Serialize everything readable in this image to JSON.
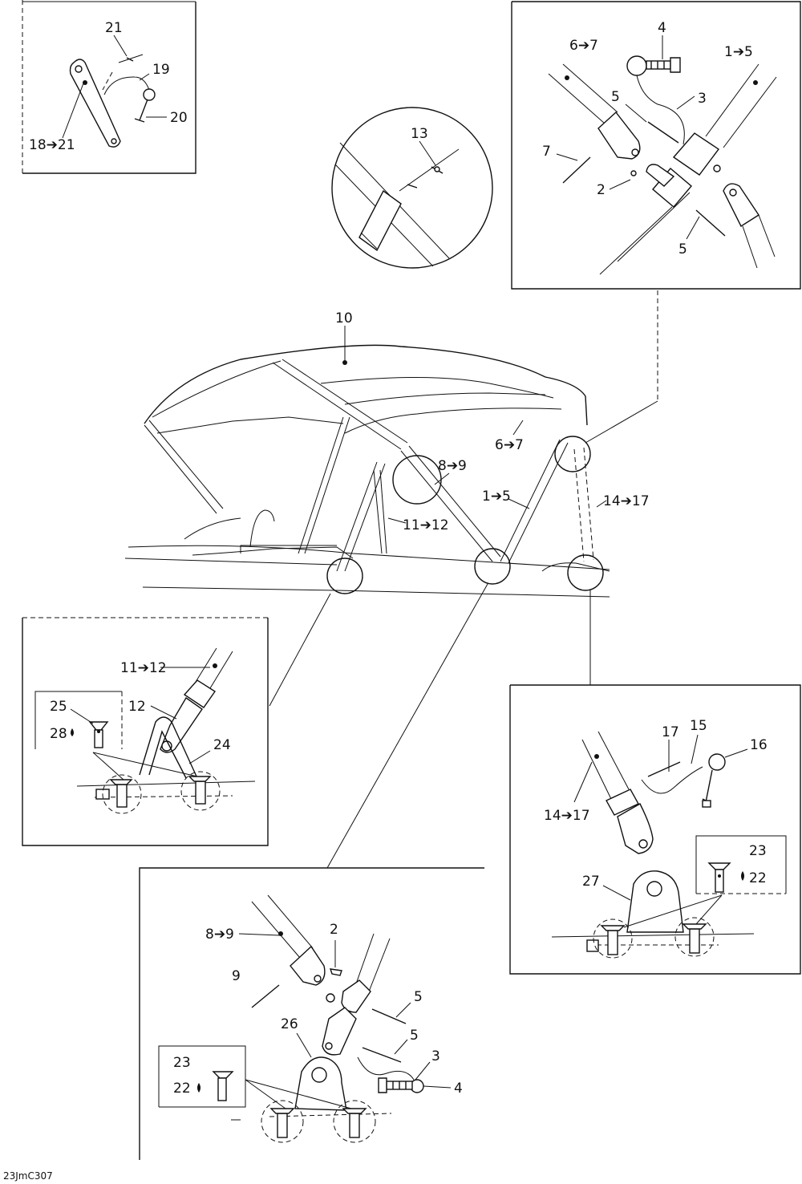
{
  "diagram_code": "23JmC307",
  "callouts": {
    "c21_top": "21",
    "c19": "19",
    "c20": "20",
    "c18_21": "18➔21",
    "c13": "13",
    "c4_top": "4",
    "c6_7_top": "6➔7",
    "c1_5_top": "1➔5",
    "c5_top": "5",
    "c3_top": "3",
    "c7": "7",
    "c2_top": "2",
    "c5_right": "5",
    "c10": "10",
    "c6_7_main": "6➔7",
    "c8_9_main": "8➔9",
    "c1_5_main": "1➔5",
    "c14_17_main": "14➔17",
    "c11_12_main": "11➔12",
    "c11_12_detail": "11➔12",
    "c25": "25",
    "c12": "12",
    "c28": "28",
    "c24": "24",
    "c17": "17",
    "c15": "15",
    "c16": "16",
    "c14_17_detail": "14➔17",
    "c23_right": "23",
    "c22_right": "22",
    "c27": "27",
    "c8_9_detail": "8➔9",
    "c2_bottom": "2",
    "c9": "9",
    "c5_b1": "5",
    "c26": "26",
    "c5_b2": "5",
    "c3_bottom": "3",
    "c23_bottom": "23",
    "c22_bottom": "22",
    "c4_bottom": "4"
  }
}
